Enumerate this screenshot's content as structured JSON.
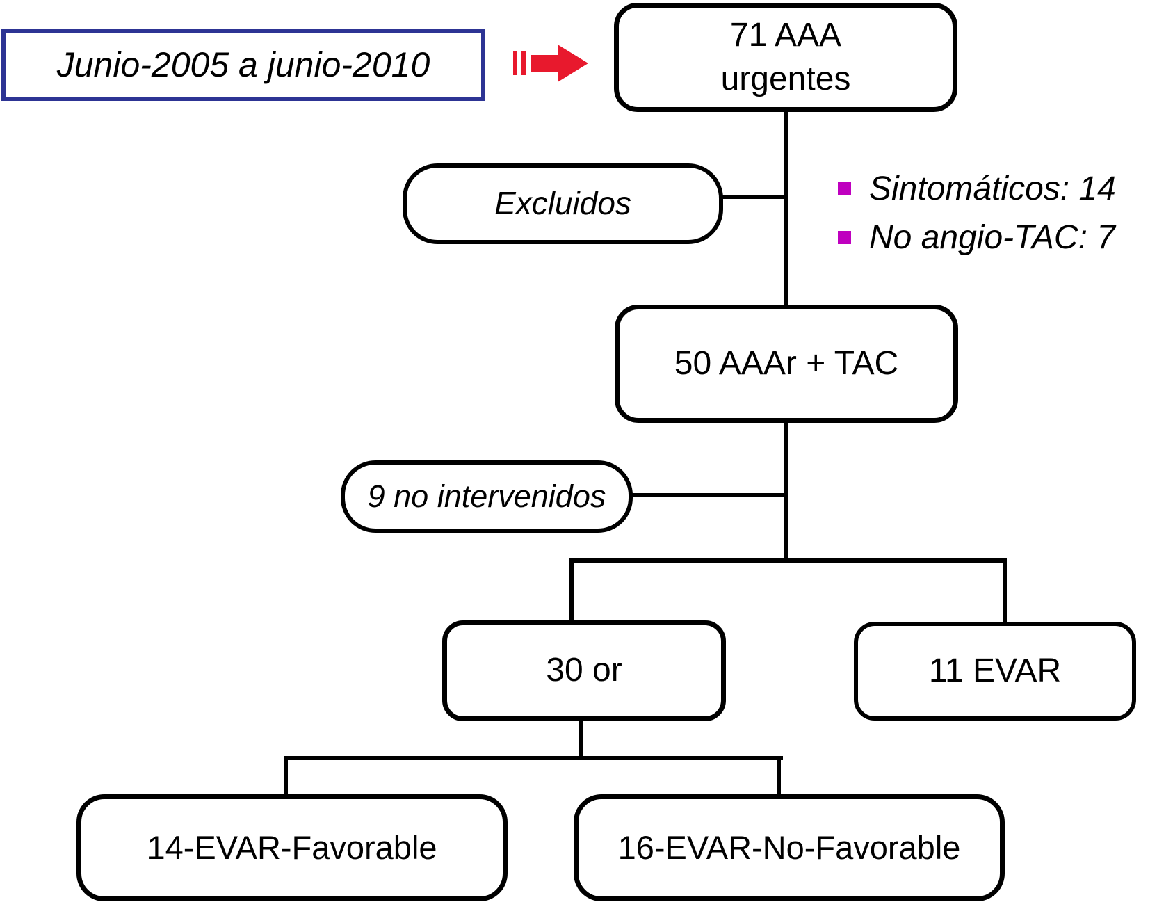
{
  "diagram": {
    "title_context": "AAA urgentes flow diagram",
    "period_label": "Junio-2005 a junio-2010",
    "nodes": {
      "total": {
        "line1": "71 AAA",
        "line2": "urgentes"
      },
      "excluded": {
        "label": "Excluidos"
      },
      "with_ct": {
        "label": "50 AAAr + TAC"
      },
      "not_operated": {
        "label": "9 no intervenidos"
      },
      "open_repair": {
        "label": "30 or"
      },
      "evar": {
        "label": "11 EVAR"
      },
      "evar_favorable": {
        "label": "14-EVAR-Favorable"
      },
      "evar_no_favorable": {
        "label": "16-EVAR-No-Favorable"
      }
    },
    "exclusion_reasons": [
      {
        "label": "Sintomáticos: 14"
      },
      {
        "label": "No angio-TAC: 7"
      }
    ],
    "icons": {
      "arrow": "fast-forward-arrow-icon",
      "bullet": "square-bullet-icon"
    },
    "colors": {
      "period_border": "#2d3494",
      "arrow": "#e8192d",
      "bullet": "#bf00bf",
      "line": "#000000",
      "background": "#ffffff"
    }
  }
}
